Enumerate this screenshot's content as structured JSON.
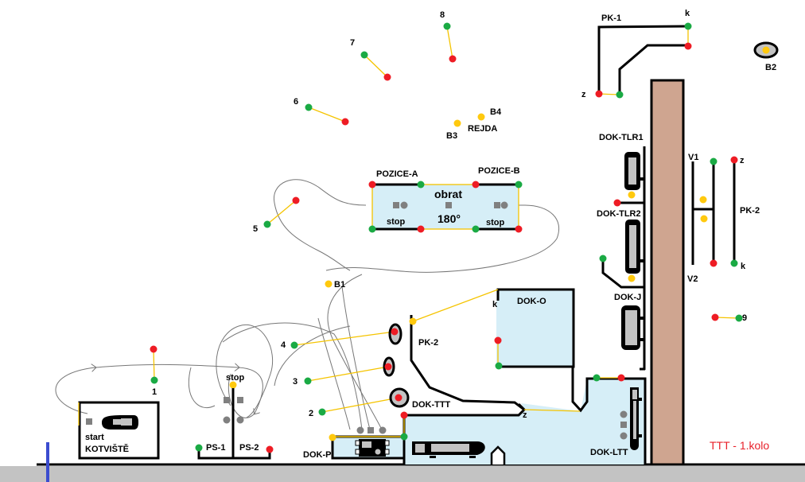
{
  "title": "TTT - 1.kolo",
  "colors": {
    "green": "#1aaa44",
    "red": "#ee1c24",
    "yellow": "#ffc90e",
    "dock_fill": "#d6eef7",
    "wall": "#cfa590",
    "ground": "#c3c3c3",
    "title": "#e8202a",
    "path": "#777777"
  },
  "gates": [
    {
      "label": "1",
      "name": "gate-1"
    },
    {
      "label": "2",
      "name": "gate-2"
    },
    {
      "label": "3",
      "name": "gate-3"
    },
    {
      "label": "4",
      "name": "gate-4"
    },
    {
      "label": "5",
      "name": "gate-5"
    },
    {
      "label": "6",
      "name": "gate-6"
    },
    {
      "label": "7",
      "name": "gate-7"
    },
    {
      "label": "8",
      "name": "gate-8"
    },
    {
      "label": "9",
      "name": "gate-9"
    }
  ],
  "labels": {
    "start": "start",
    "kotviste": "KOTVIŠTĚ",
    "stop": "stop",
    "ps1": "PS-1",
    "ps2": "PS-2",
    "dok_p": "DOK-P",
    "dok_ttt": "DOK-TTT",
    "dok_o": "DOK-O",
    "dok_ltt": "DOK-LTT",
    "dok_j": "DOK-J",
    "dok_tlr1": "DOK-TLR1",
    "dok_tlr2": "DOK-TLR2",
    "pk1": "PK-1",
    "pk2_left": "PK-2",
    "pk2_right": "PK-2",
    "pozice_a": "POZICE-A",
    "pozice_b": "POZICE-B",
    "obrat": "obrat",
    "obrat_deg": "180°",
    "b1": "B1",
    "b2": "B2",
    "b3": "B3",
    "b4": "B4",
    "rejda": "REJDA",
    "v1": "V1",
    "v2": "V2",
    "z": "z",
    "k": "k"
  }
}
